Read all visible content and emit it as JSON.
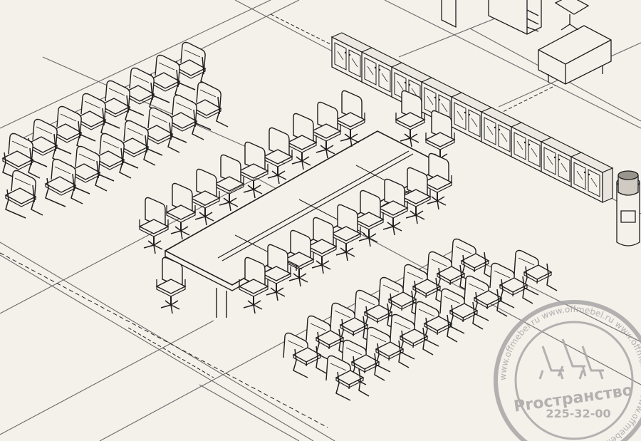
{
  "watermark": {
    "brand_pro": "Pro",
    "brand_rest": "странство",
    "phone": "225-32-00",
    "url_ring": "www.offmebel.ru  www.offmebel.ru  www.offmebel.ru  www.offmebel.ru"
  },
  "colors": {
    "paper": "#f4f0ea",
    "ink": "#1e1e1e",
    "grid": "#6a6a6a",
    "watermark": "#a7a7a7"
  },
  "icons": {
    "chair": "cantilever-chair-icon",
    "swivel_chair": "swivel-chair-icon",
    "watermark_logo": "chairs-logo-icon"
  }
}
